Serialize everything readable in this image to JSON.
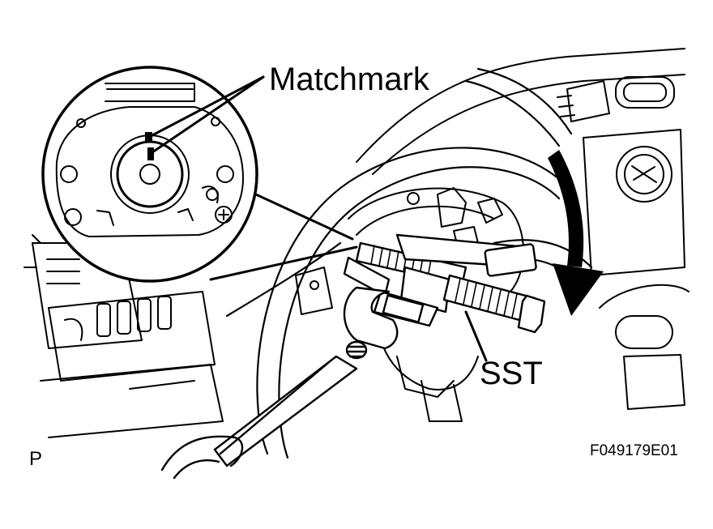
{
  "labels": {
    "matchmark": "Matchmark",
    "sst": "SST",
    "view_code": "P",
    "figure_id": "F049179E01"
  },
  "icons": {
    "rotation_arrow": "curved-arrow-down-icon",
    "wrench": "adjustable-wrench-icon",
    "puller": "steering-wheel-puller-icon"
  }
}
